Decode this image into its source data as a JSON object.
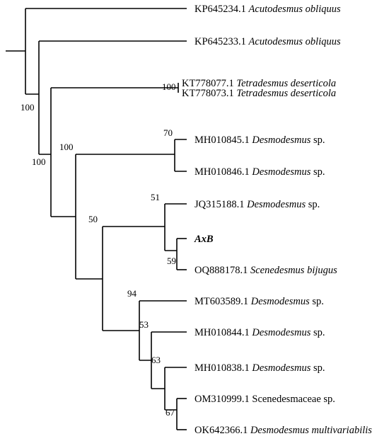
{
  "tree": {
    "leaves": [
      {
        "accession": "KP645234.1",
        "taxon": "Acutodesmus obliquus",
        "taxon_italic": true
      },
      {
        "accession": "KP645233.1",
        "taxon": "Acutodesmus obliquus",
        "taxon_italic": true
      },
      {
        "accession": "KT778077.1",
        "taxon": "Tetradesmus deserticola",
        "taxon_italic": true
      },
      {
        "accession": "KT778073.1",
        "taxon": "Tetradesmus deserticola",
        "taxon_italic": true
      },
      {
        "accession": "MH010845.1",
        "taxon": "Desmodesmus",
        "taxon_italic": true,
        "suffix": "sp."
      },
      {
        "accession": "MH010846.1",
        "taxon": "Desmodesmus",
        "taxon_italic": true,
        "suffix": "sp."
      },
      {
        "accession": "JQ315188.1",
        "taxon": "Desmodesmus",
        "taxon_italic": true,
        "suffix": "sp."
      },
      {
        "accession": "",
        "taxon": "AxB",
        "taxon_italic": true,
        "bold": true
      },
      {
        "accession": "OQ888178.1",
        "taxon": "Scenedesmus bijugus",
        "taxon_italic": true
      },
      {
        "accession": "MT603589.1",
        "taxon": "Desmodesmus",
        "taxon_italic": true,
        "suffix": "sp."
      },
      {
        "accession": "MH010844.1",
        "taxon": "Desmodesmus",
        "taxon_italic": true,
        "suffix": "sp."
      },
      {
        "accession": "MH010838.1",
        "taxon": "Desmodesmus",
        "taxon_italic": true,
        "suffix": "sp."
      },
      {
        "accession": "OM310999.1",
        "taxon": "Scenedesmaceae sp.",
        "taxon_italic": false
      },
      {
        "accession": "OK642366.1",
        "taxon": "Desmodesmus multivariabilis",
        "taxon_italic": true
      }
    ],
    "support_values": [
      "100",
      "100",
      "100",
      "70",
      "100",
      "50",
      "51",
      "59",
      "94",
      "53",
      "63",
      "67"
    ]
  }
}
